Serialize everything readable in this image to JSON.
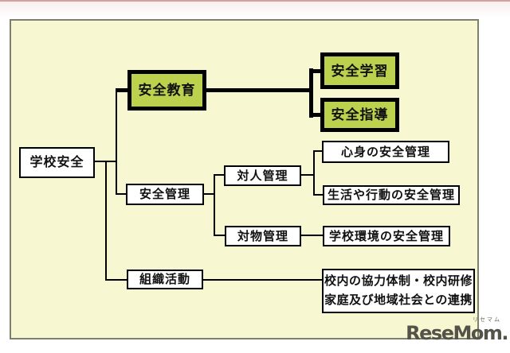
{
  "page": {
    "top_rule_color": "#d0a2a2",
    "background": "#ffffff"
  },
  "diagram": {
    "panel_background": "#f7f7d2",
    "panel_border_color": "#7f7f6e",
    "accent_green": "#bcd24e",
    "line_color": "#000000",
    "nodes": {
      "school_safety": {
        "label": "学校安全"
      },
      "safety_education": {
        "label": "安全教育"
      },
      "safety_learning": {
        "label": "安全学習"
      },
      "safety_guidance": {
        "label": "安全指導"
      },
      "safety_management": {
        "label": "安全管理"
      },
      "personal_management": {
        "label": "対人管理"
      },
      "mind_body_safety": {
        "label": "心身の安全管理"
      },
      "life_behavior_safety": {
        "label": "生活や行動の安全管理"
      },
      "property_management": {
        "label": "対物管理"
      },
      "school_environment_safety": {
        "label": "学校環境の安全管理"
      },
      "organizational_activities": {
        "label": "組織活動"
      },
      "cooperation": {
        "line1": "校内の協力体制・校内研修",
        "line2": "家庭及び地域社会との連携"
      }
    }
  },
  "logo": {
    "kana": "リセマム",
    "wordmark": "ReseMom.",
    "color": "#54534a"
  }
}
